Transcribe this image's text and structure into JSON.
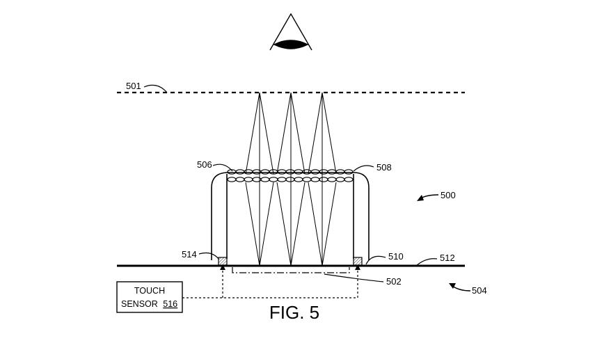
{
  "figure": {
    "caption": "FIG. 5"
  },
  "labels": {
    "l500": "500",
    "l501": "501",
    "l502": "502",
    "l504": "504",
    "l506": "506",
    "l508": "508",
    "l510": "510",
    "l512": "512",
    "l514": "514"
  },
  "touch_sensor": {
    "line1": "TOUCH",
    "line2": "SENSOR",
    "number": "516"
  }
}
